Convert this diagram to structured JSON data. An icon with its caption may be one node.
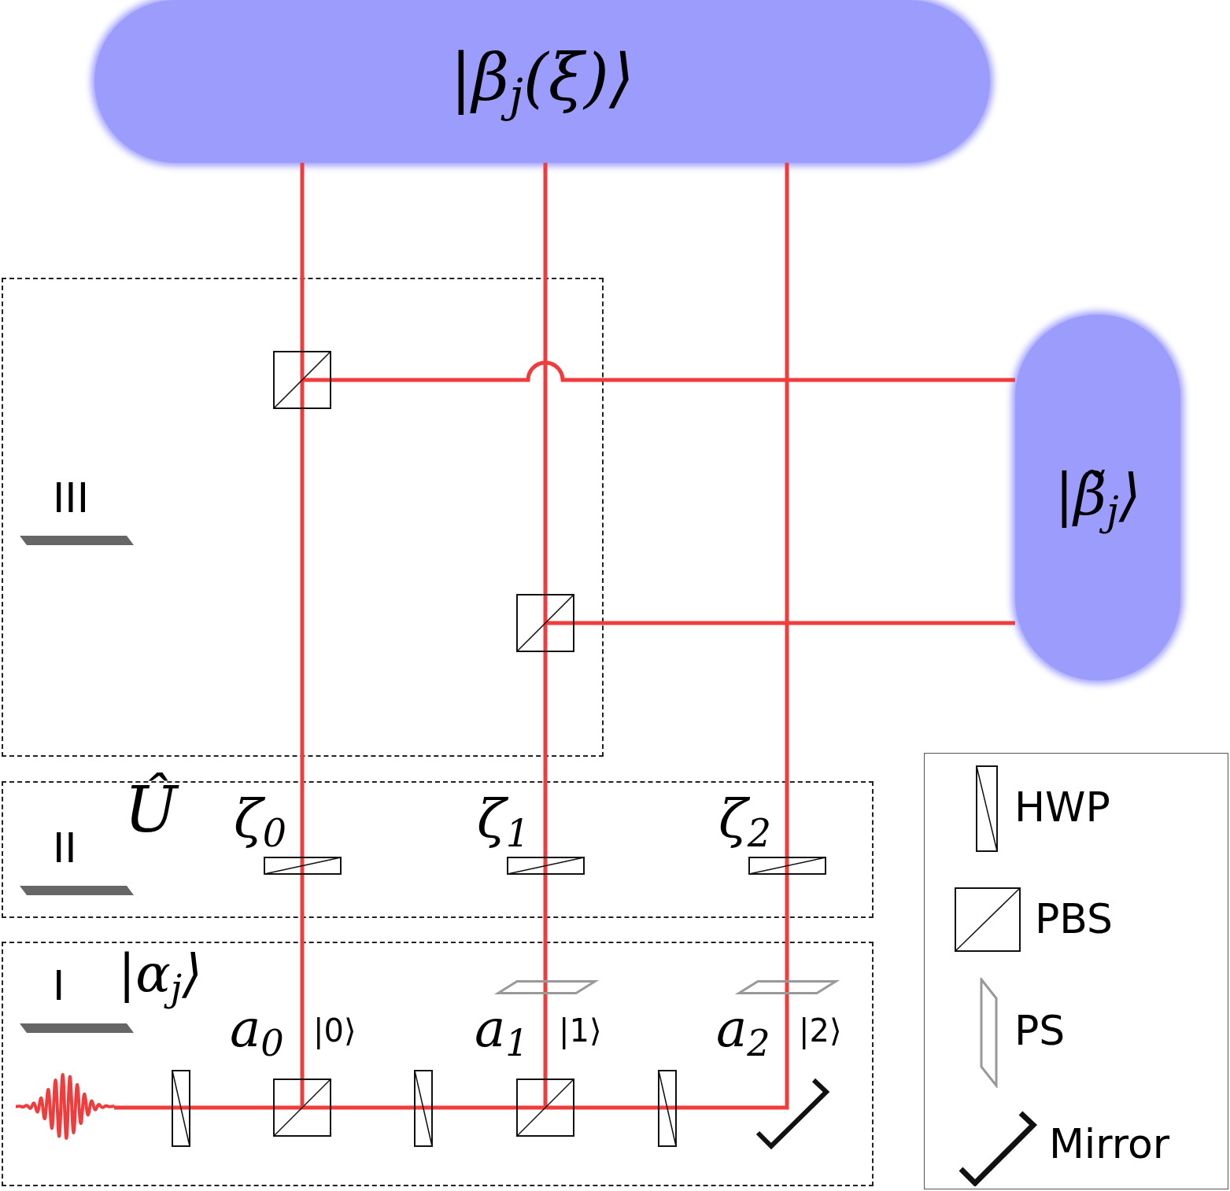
{
  "diagram": {
    "nodes": [
      {
        "text": [
          "|β$_{j}$(ξ)⟩"
        ]
      },
      {
        "text": [
          "|β̃$_{j}$⟩"
        ]
      },
      {
        "text": [
          "III"
        ]
      },
      {
        "text": [],
        "shape": "cube",
        "in": 2
      },
      {
        "text": [],
        "shape": "cube",
        "in": 2
      },
      {
        "text": [
          "II"
        ]
      },
      {
        "text": [],
        "shape": "plate",
        "in": 5,
        "beside": [
          "ζ$_{0}$"
        ]
      },
      {
        "text": [],
        "shape": "plate",
        "in": 5,
        "beside": [
          "ζ$_{1}$"
        ]
      },
      {
        "text": [],
        "shape": "plate",
        "in": 5,
        "beside": [
          "ζ$_{2}$"
        ]
      },
      {
        "text": [
          "I"
        ]
      },
      {
        "text": [],
        "shape": "parallelogram",
        "in": 9
      },
      {
        "text": [],
        "shape": "parallelogram",
        "in": 9
      },
      {
        "text": [],
        "shape": "picture",
        "in": 9
      },
      {
        "text": [],
        "shape": "plate",
        "in": 9
      },
      {
        "text": [],
        "shape": "cube",
        "in": 9
      },
      {
        "text": [],
        "shape": "plate",
        "in": 9
      },
      {
        "text": [],
        "shape": "cube",
        "in": 9
      },
      {
        "text": [],
        "shape": "plate",
        "in": 9
      },
      {
        "text": [],
        "shape": "mirror",
        "in": 9
      }
    ],
    "edges": [
      {
        "from": 12,
        "to": 13,
        "arrow": "none"
      },
      {
        "from": 13,
        "to": 14,
        "arrow": "none"
      },
      {
        "from": 14,
        "to": 15,
        "arrow": "none"
      },
      {
        "from": 15,
        "to": 16,
        "arrow": "none"
      },
      {
        "from": 16,
        "to": 17,
        "arrow": "none"
      },
      {
        "from": 17,
        "to": 18,
        "arrow": "none"
      },
      {
        "from": 14,
        "to": 6,
        "arrow": "none"
      },
      {
        "from": 6,
        "to": 3,
        "arrow": "none"
      },
      {
        "from": 3,
        "to": 0,
        "arrow": "none"
      },
      {
        "from": 16,
        "to": 10,
        "arrow": "none"
      },
      {
        "from": 10,
        "to": 7,
        "arrow": "none"
      },
      {
        "from": 7,
        "to": 4,
        "arrow": "none"
      },
      {
        "from": 4,
        "to": 0,
        "arrow": "none"
      },
      {
        "from": 18,
        "to": 11,
        "arrow": "none"
      },
      {
        "from": 11,
        "to": 8,
        "arrow": "none"
      },
      {
        "from": 8,
        "to": 0,
        "arrow": "none"
      },
      {
        "from": 3,
        "to": 1,
        "arrow": "none"
      },
      {
        "from": 4,
        "to": 1,
        "arrow": "none"
      }
    ],
    "labels": [
      "Û",
      "|α$_{j}$⟩",
      "a$_{0}$",
      "|0⟩",
      "a$_{1}$",
      "|1⟩",
      "a$_{2}$",
      "|2⟩"
    ],
    "legend": [
      {
        "text": "HWP"
      },
      {
        "text": "PBS"
      },
      {
        "text": "PS"
      },
      {
        "text": "Mirror"
      }
    ]
  }
}
